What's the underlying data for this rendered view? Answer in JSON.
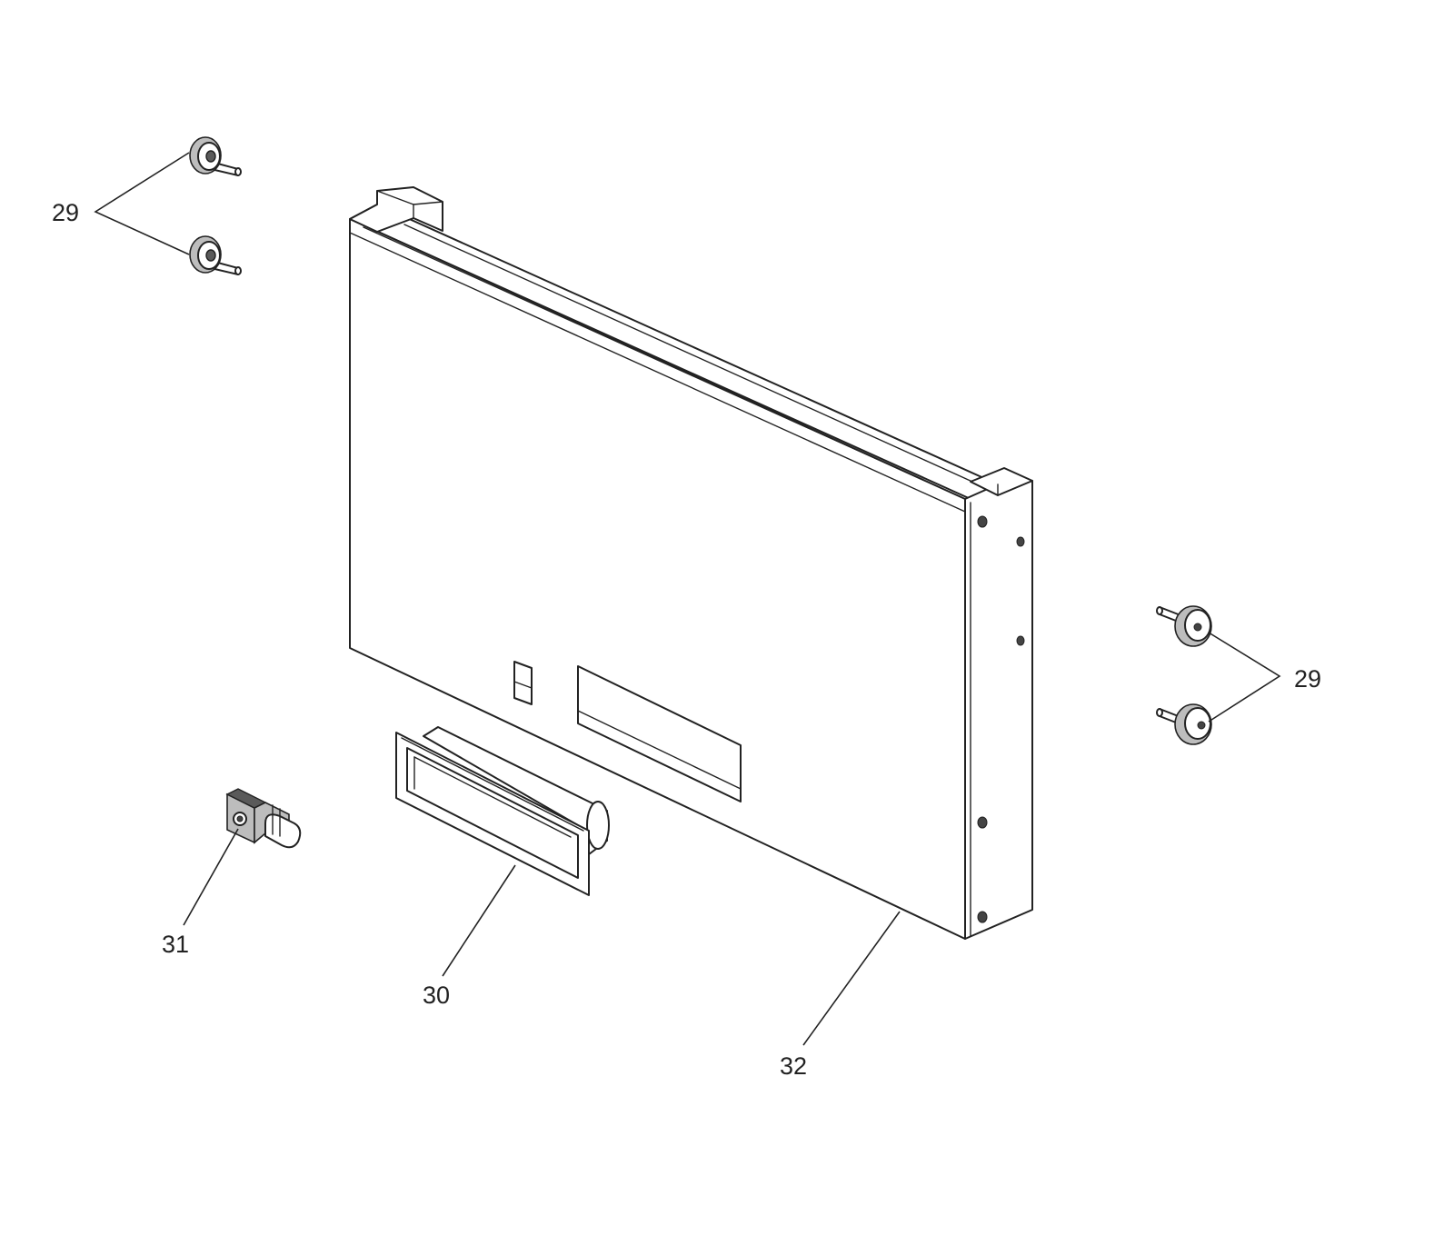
{
  "callouts": {
    "c29_top_left": "29",
    "c29_right": "29",
    "c30": "30",
    "c31": "31",
    "c32": "32"
  },
  "parts": [
    {
      "ref": "29",
      "icon": "knurled-screw-icon",
      "count": 4
    },
    {
      "ref": "30",
      "icon": "recessed-handle-icon",
      "count": 1
    },
    {
      "ref": "31",
      "icon": "latch-clip-icon",
      "count": 1
    },
    {
      "ref": "32",
      "icon": "front-panel-icon",
      "count": 1
    }
  ]
}
